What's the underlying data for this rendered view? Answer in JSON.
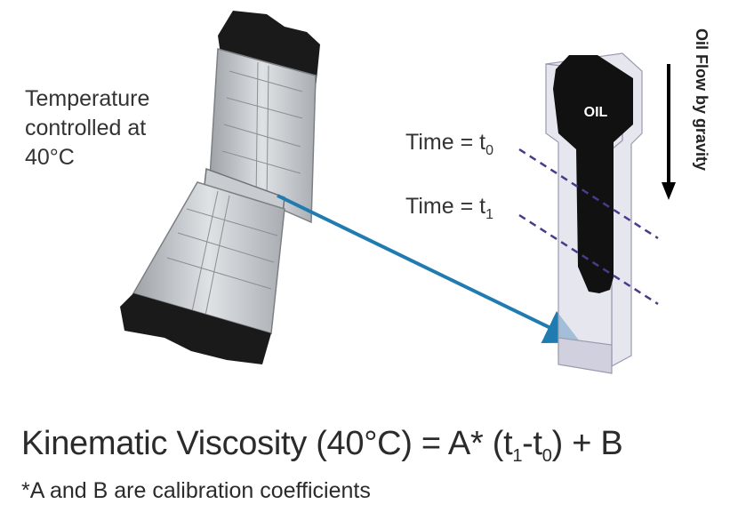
{
  "temperature_label": {
    "line1": "Temperature",
    "line2": "controlled at",
    "line3": "40°C"
  },
  "time_labels": {
    "t0": {
      "prefix": "Time = t",
      "sub": "0"
    },
    "t1": {
      "prefix": "Time = t",
      "sub": "1"
    }
  },
  "flow_label": "Oil Flow by gravity",
  "oil_label": "OIL",
  "equation": {
    "lhs": "Kinematic Viscosity (40°C) = A* (t",
    "sub1": "1",
    "mid": "-t",
    "sub0": "0",
    "rhs": ") + B"
  },
  "footnote": "*A and B are calibration coefficients",
  "colors": {
    "arrow": "#1f7bb0",
    "dashed_line": "#4b3a8c",
    "oil": "#111111",
    "channel_outline": "#9a9ab0",
    "channel_fill": "#dcdce8"
  }
}
